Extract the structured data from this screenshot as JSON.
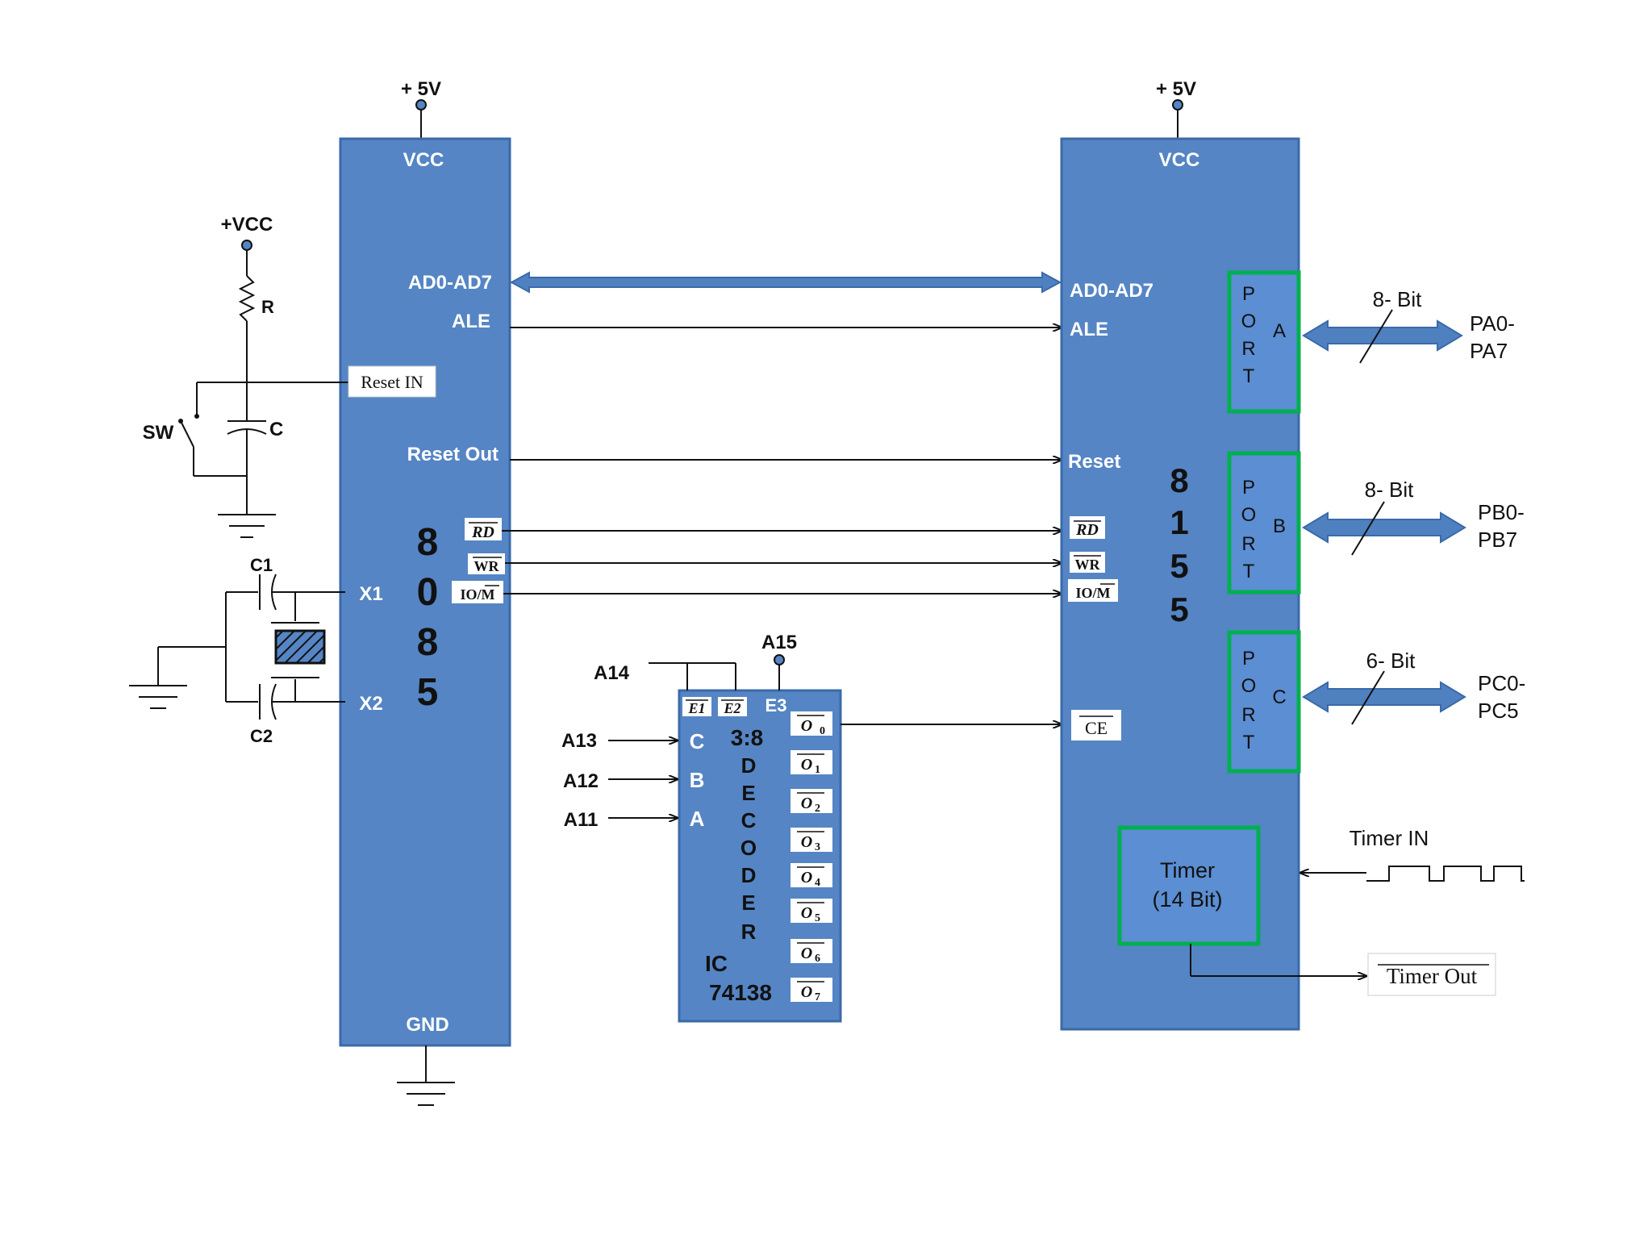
{
  "power": {
    "vcc_left": "+ 5V",
    "vcc_right": "+ 5V",
    "plus_vcc": "+VCC"
  },
  "reset_circuit": {
    "r": "R",
    "sw": "SW",
    "c": "C"
  },
  "crystal": {
    "c1": "C1",
    "c2": "C2"
  },
  "cpu": {
    "vcc": "VCC",
    "ad": "AD0-AD7",
    "ale": "ALE",
    "reset_in": "Reset IN",
    "reset_out": "Reset Out",
    "rd": "RD",
    "wr": "WR",
    "iom": "IO/M",
    "x1": "X1",
    "x2": "X2",
    "gnd": "GND",
    "name_chars": [
      "8",
      "0",
      "8",
      "5"
    ]
  },
  "decoder": {
    "a15": "A15",
    "a14": "A14",
    "a13": "A13",
    "a12": "A12",
    "a11": "A11",
    "e1": "E1",
    "e2": "E2",
    "e3": "E3",
    "c": "C",
    "b": "B",
    "a": "A",
    "title": "3:8",
    "word_chars": [
      "D",
      "E",
      "C",
      "O",
      "D",
      "E",
      "R"
    ],
    "ic": "IC",
    "part": "74138",
    "outputs": [
      "O",
      "O",
      "O",
      "O",
      "O",
      "O",
      "O",
      "O"
    ],
    "output_subs": [
      "0",
      "1",
      "2",
      "3",
      "4",
      "5",
      "6",
      "7"
    ]
  },
  "ppi": {
    "vcc": "VCC",
    "ad": "AD0-AD7",
    "ale": "ALE",
    "reset": "Reset",
    "rd": "RD",
    "wr": "WR",
    "iom": "IO/M",
    "ce": "CE",
    "name_chars": [
      "8",
      "1",
      "5",
      "5"
    ],
    "port_chars": [
      "P",
      "O",
      "R",
      "T"
    ],
    "port_a": "A",
    "port_b": "B",
    "port_c": "C",
    "timer_line1": "Timer",
    "timer_line2": "(14 Bit)"
  },
  "ports": {
    "a_width": "8- Bit",
    "a_pins_1": "PA0-",
    "a_pins_2": "PA7",
    "b_width": "8- Bit",
    "b_pins_1": "PB0-",
    "b_pins_2": "PB7",
    "c_width": "6- Bit",
    "c_pins_1": "PC0-",
    "c_pins_2": "PC5",
    "timer_in": "Timer IN",
    "timer_out": "Timer Out"
  },
  "colors": {
    "chip": "#5585c4",
    "chip_border": "#3a6aa8",
    "port_border": "#00b050",
    "arrow": "#4f80c0"
  }
}
